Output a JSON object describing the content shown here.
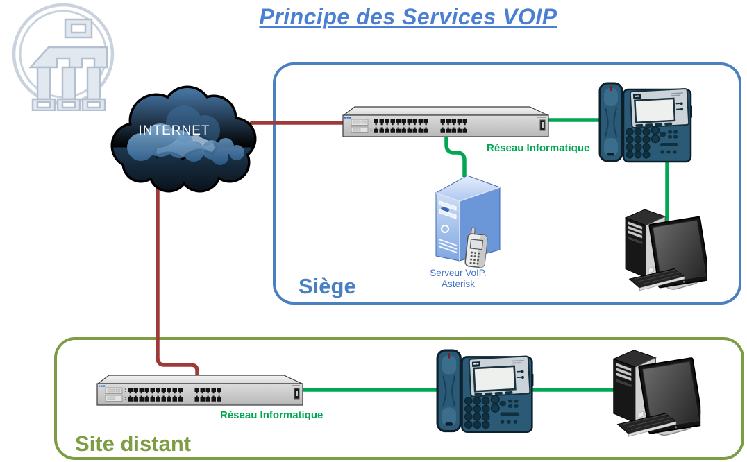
{
  "title": "Principe des Services VOIP",
  "internet": {
    "label": "INTERNET"
  },
  "zones": {
    "siege": {
      "label": "Siège",
      "network_label": "Réseau Informatique",
      "devices": [
        "switch",
        "ip-phone",
        "voip-server",
        "desktop-computer"
      ]
    },
    "site_distant": {
      "label": "Site distant",
      "network_label": "Réseau Informatique",
      "devices": [
        "switch",
        "ip-phone",
        "desktop-computer"
      ]
    }
  },
  "server_label": {
    "line1": "Serveur VoIP.",
    "line2": "Asterisk"
  },
  "connections": [
    {
      "from": "internet",
      "to": "siege-switch",
      "type": "wan"
    },
    {
      "from": "internet",
      "to": "site-switch",
      "type": "wan"
    },
    {
      "from": "siege-switch",
      "to": "siege-ip-phone",
      "type": "lan"
    },
    {
      "from": "siege-switch",
      "to": "voip-server",
      "type": "lan"
    },
    {
      "from": "siege-ip-phone",
      "to": "siege-computer",
      "type": "lan"
    },
    {
      "from": "site-switch",
      "to": "site-ip-phone",
      "type": "lan"
    },
    {
      "from": "site-ip-phone",
      "to": "site-computer",
      "type": "lan"
    }
  ],
  "colors": {
    "title": "#4a7fd4",
    "siege_border": "#4a7fc1",
    "site_border": "#7d9c44",
    "lan": "#00a651",
    "wan": "#9e3b38",
    "network_label": "#00a651",
    "server_label": "#4472c4"
  }
}
